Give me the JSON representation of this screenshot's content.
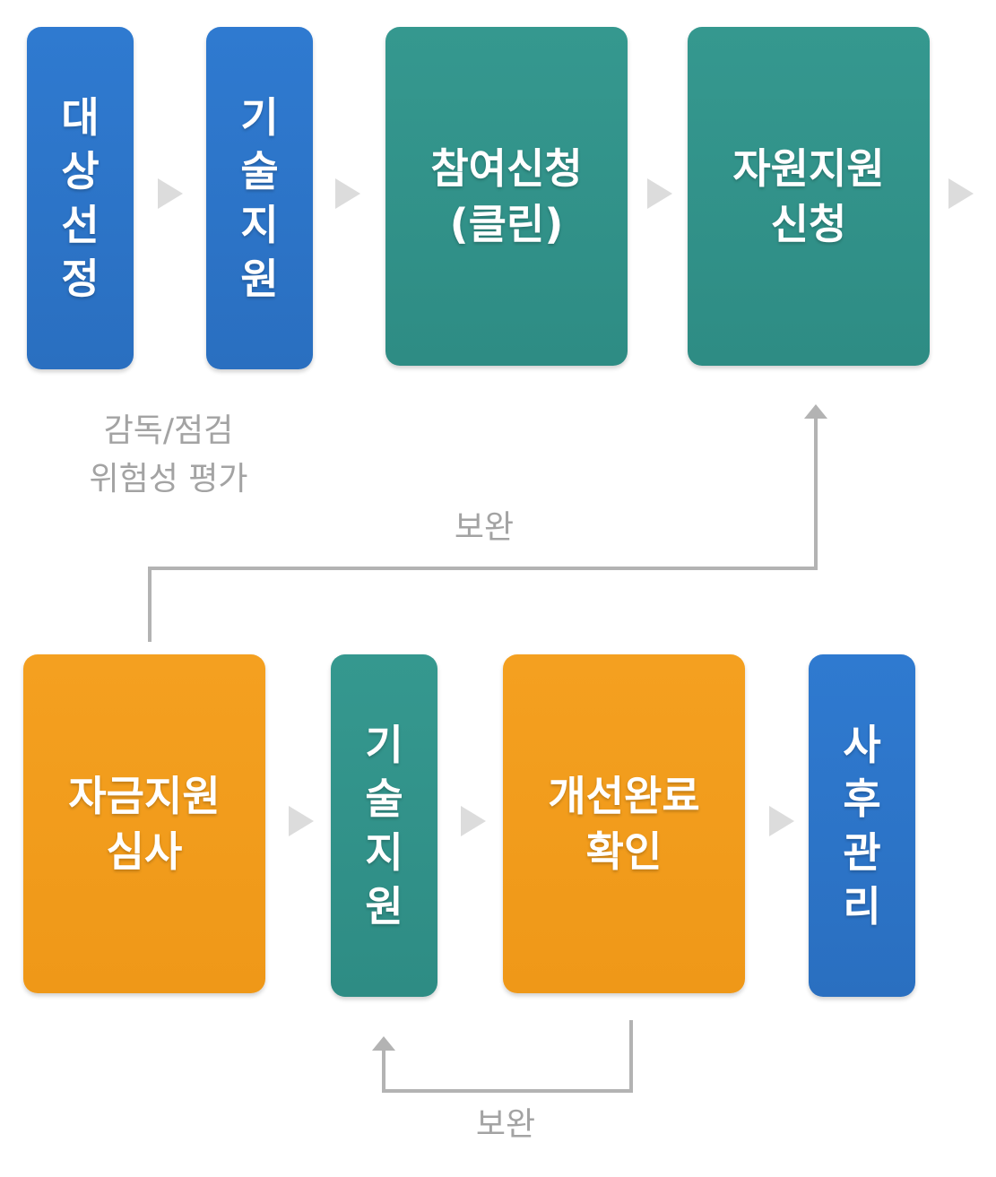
{
  "colors": {
    "blue": "#2a6fc0",
    "teal": "#2e8c84",
    "orange": "#ef9818",
    "connector": "#b3b3b3",
    "note_text": "#a3a3a3"
  },
  "row1": {
    "target_selection": "대\n상\n선\n정",
    "tech_support": "기\n술\n지\n원",
    "participation_application": "참여신청\n(클린)",
    "resource_support_application": "자원지원\n신청"
  },
  "row2": {
    "fund_support_review": "자금지원\n심사",
    "tech_support": "기\n술\n지\n원",
    "improvement_confirmation": "개선완료\n확인",
    "follow_up_management": "사\n후\n관\n리"
  },
  "annotations": {
    "inspection": "감독/점검\n위험성 평가",
    "supplement_top": "보완",
    "supplement_bottom": "보완"
  }
}
